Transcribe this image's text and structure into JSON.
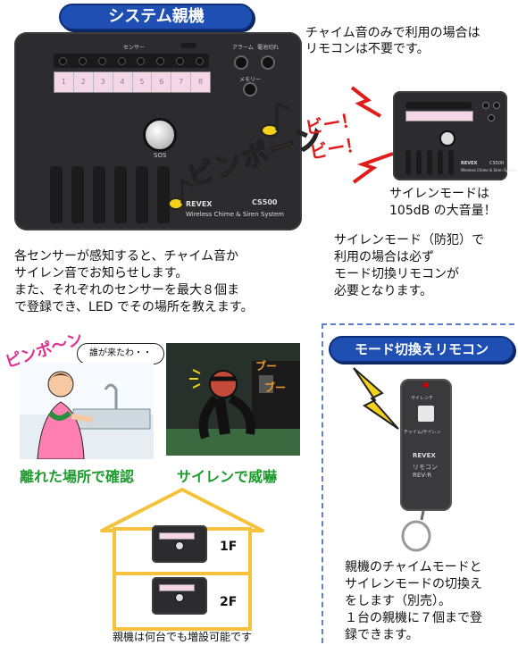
{
  "header": {
    "title": "システム親機"
  },
  "note_top_right": "チャイム音のみで利用の場合は\nリモコンは不要です。",
  "main_device": {
    "label_sensor": "センサー",
    "label_alarm": "アラーム",
    "label_battery": "電池切れ",
    "label_memory": "メモリー",
    "sensor_numbers": [
      "1",
      "2",
      "3",
      "4",
      "5",
      "6",
      "7",
      "8"
    ],
    "sos_label": "SOS",
    "brand": "REVEX",
    "model": "CS500",
    "product_line": "Wireless Chime & Siren System"
  },
  "chime_sound_text": "ピンポーン",
  "siren_sound_text": "ビー！\nビー！",
  "small_device": {
    "brand": "REVEX",
    "model": "CS500",
    "product_line": "Wireless Chime & Siren System"
  },
  "siren_volume_note": "サイレンモードは\n105dB の大音量！",
  "description_left": "各センサーが感知すると、チャイム音か\nサイレン音でお知らせします。\nまた、それぞれのセンサーを最大８個ま\nで登録でき、LED でその場所を教えます。",
  "description_right": "サイレンモード（防犯）で\n利用の場合は必ず\nモード切換リモコンが\n必要となります。",
  "remote_section": {
    "title": "モード切換えリモコン",
    "label_chime_siren": "チャイム/サイレン",
    "label_remote": "リモコン",
    "model": "REV-R",
    "brand": "REVEX",
    "description": "親機のチャイムモードと\nサイレンモードの切換え\nをします（別売）。\n１台の親機に７個まで登\n録できます。"
  },
  "scene_chime": {
    "sound_text": "ピンポ〜ン",
    "speech": "誰が来たわ・・",
    "caption": "離れた場所で確認"
  },
  "scene_siren": {
    "caption": "サイレンで威嚇"
  },
  "house": {
    "floor_1": "1F",
    "floor_2": "2F",
    "caption": "親機は何台でも増設可能です"
  }
}
